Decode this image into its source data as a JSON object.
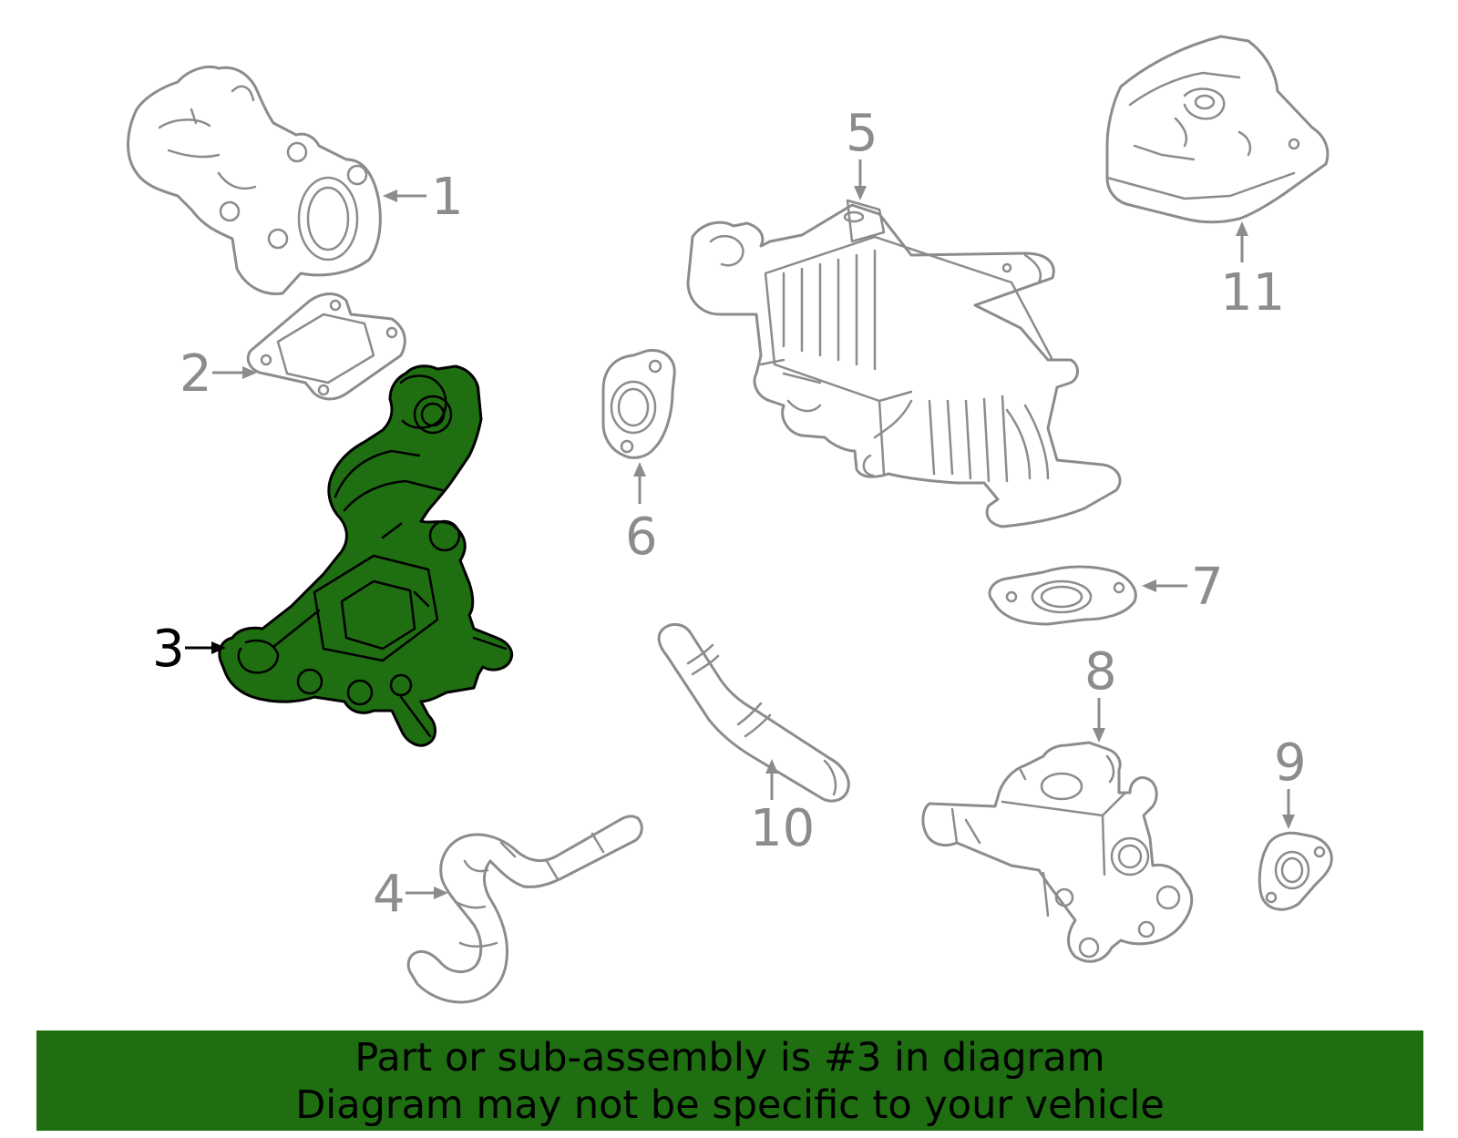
{
  "diagram": {
    "selected_part": "3",
    "highlight_color": "#1f6e12",
    "callouts": [
      {
        "id": "1",
        "label": "1"
      },
      {
        "id": "2",
        "label": "2"
      },
      {
        "id": "3",
        "label": "3"
      },
      {
        "id": "4",
        "label": "4"
      },
      {
        "id": "5",
        "label": "5"
      },
      {
        "id": "6",
        "label": "6"
      },
      {
        "id": "7",
        "label": "7"
      },
      {
        "id": "8",
        "label": "8"
      },
      {
        "id": "9",
        "label": "9"
      },
      {
        "id": "10",
        "label": "10"
      },
      {
        "id": "11",
        "label": "11"
      }
    ]
  },
  "footer": {
    "line1": "Part or sub-assembly is #3 in diagram",
    "line2": "Diagram may not be specific to your vehicle",
    "background": "#1f6e12"
  }
}
